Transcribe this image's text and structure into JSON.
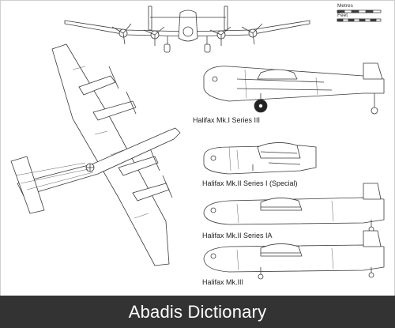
{
  "scale": {
    "metres_label": "Metres",
    "feet_label": "Feet"
  },
  "variants": [
    {
      "label": "Halifax Mk.I Series III"
    },
    {
      "label": "Halifax Mk.II Series I (Special)"
    },
    {
      "label": "Halifax Mk.II Series IA"
    },
    {
      "label": "Halifax Mk.III"
    }
  ],
  "footer": {
    "text": "Abadis Dictionary"
  },
  "colors": {
    "line": "#3a3a3a",
    "footer_bg": "#333333",
    "footer_text": "#ffffff"
  }
}
